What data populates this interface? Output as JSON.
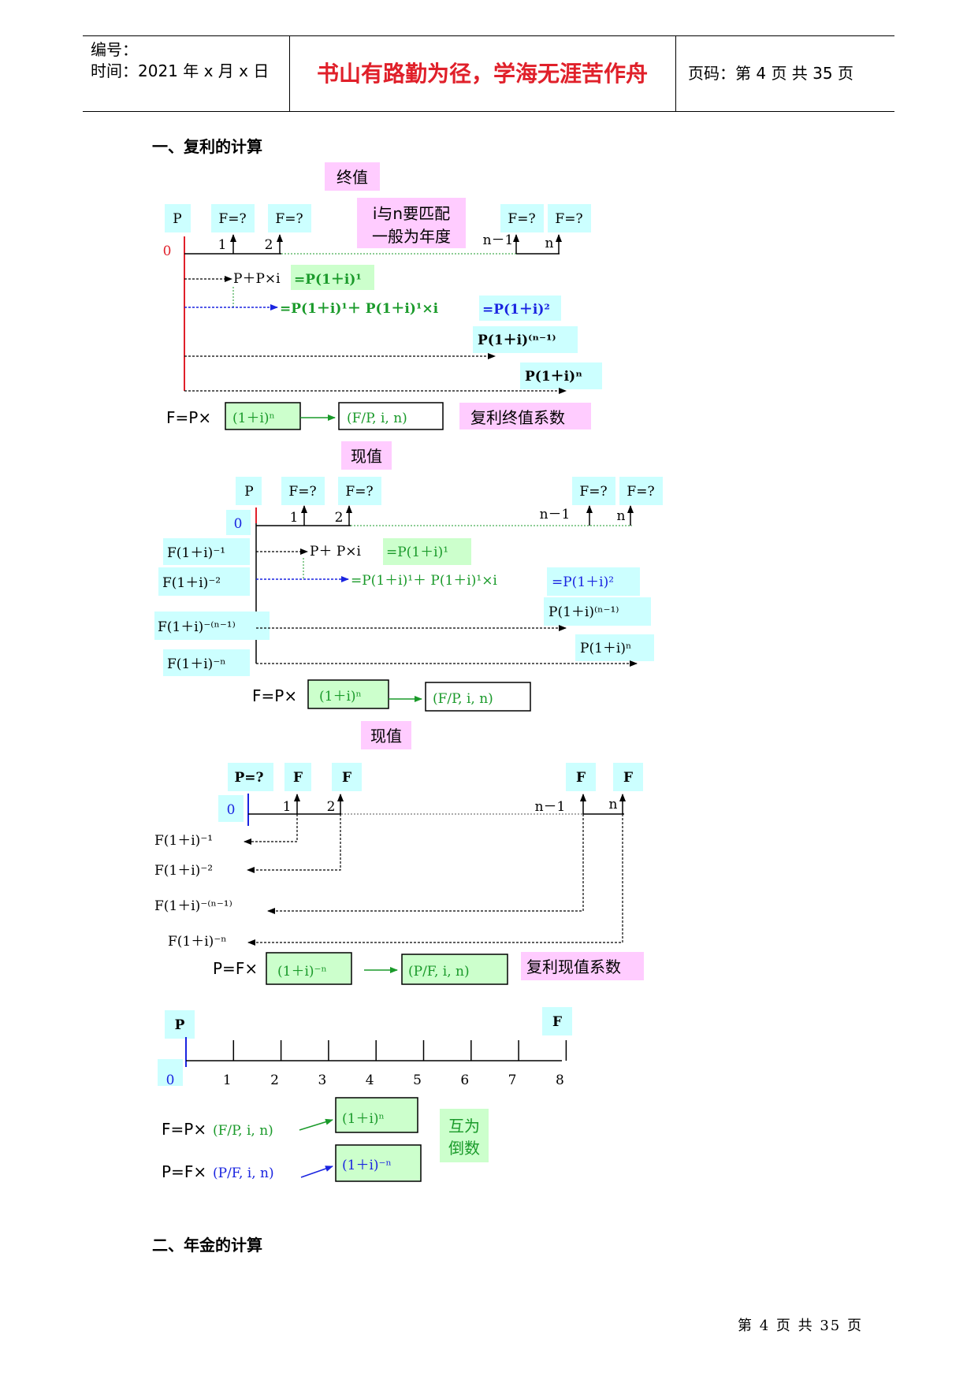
{
  "header": {
    "number_label": "编号：",
    "time_label": "时间：2021 年 x 月 x 日",
    "motto": "书山有路勤为径，学海无涯苦作舟",
    "page_label": "页码：第 4 页  共 35 页"
  },
  "section1_title": "一、复利的计算",
  "diagram1": {
    "title": "终值",
    "p": "P",
    "f1": "F=?",
    "f2": "F=?",
    "fn1": "F=?",
    "fn": "F=?",
    "note_line1": "i与n要匹配",
    "note_line2": "一般为年度",
    "zero": "0",
    "t1": "1",
    "t2": "2",
    "tn1": "n－1",
    "tn": "n",
    "r1_text": "P＋P×i",
    "r1_box": "=P(1＋i)¹",
    "r2_text": "=P(1＋i)¹＋ P(1＋i)¹×i",
    "r2_box": "=P(1＋i)²",
    "r3_box": "P(1＋i)⁽ⁿ⁻¹⁾",
    "r4_box": "P(1＋i)ⁿ",
    "formula_prefix": "F=P×",
    "formula_box1": "(1＋i)ⁿ",
    "formula_box2": "(F/P, i, n)",
    "coef_label": "复利终值系数"
  },
  "diagram2": {
    "title": "现值",
    "p": "P",
    "f1": "F=?",
    "f2": "F=?",
    "fn1": "F=?",
    "fn": "F=?",
    "zero": "0",
    "t1": "1",
    "t2": "2",
    "tn1": "n－1",
    "tn": "n",
    "left1": "F(1＋i)⁻¹",
    "left2": "F(1＋i)⁻²",
    "left3": "F(1＋i)⁻⁽ⁿ⁻¹⁾",
    "left4": "F(1＋i)⁻ⁿ",
    "r1_text": "P＋ P×i",
    "r1_box": "=P(1＋i)¹",
    "r2_text": "=P(1＋i)¹＋ P(1＋i)¹×i",
    "r2_box": "=P(1＋i)²",
    "r3_box": "P(1＋i)⁽ⁿ⁻¹⁾",
    "r4_box": "P(1＋i)ⁿ",
    "formula_prefix": "F=P×",
    "formula_box1": "(1＋i)ⁿ",
    "formula_box2": "(F/P, i, n)"
  },
  "diagram3": {
    "title": "现值",
    "p": "P=?",
    "f1": "F",
    "f2": "F",
    "fn1": "F",
    "fn": "F",
    "zero": "0",
    "t1": "1",
    "t2": "2",
    "tn1": "n－1",
    "tn": "n",
    "left1": "F(1＋i)⁻¹",
    "left2": "F(1＋i)⁻²",
    "left3": "F(1＋i)⁻⁽ⁿ⁻¹⁾",
    "left4": "F(1＋i)⁻ⁿ",
    "formula_prefix": "P=F×",
    "formula_box1": "(1＋i)⁻ⁿ",
    "formula_box2": "(P/F, i, n)",
    "coef_label": "复利现值系数"
  },
  "diagram4": {
    "p": "P",
    "f": "F",
    "ticks": [
      "0",
      "1",
      "2",
      "3",
      "4",
      "5",
      "6",
      "7",
      "8"
    ],
    "line1_prefix": "F=P×",
    "line1_fn": "(F/P, i, n)",
    "line1_box": "(1＋i)ⁿ",
    "line2_prefix": "P=F×",
    "line2_fn": "(P/F, i, n)",
    "line2_box": "(1＋i)⁻ⁿ",
    "note_line1": "互为",
    "note_line2": "倒数"
  },
  "section2_title": "二、年金的计算",
  "footer": "第 4 页 共 35 页",
  "colors": {
    "cyan_box": "#ccffff",
    "pink_box": "#ffccff",
    "green_box": "#ccffcc",
    "green_text": "#1a9a2a",
    "blue_text": "#1a24e0",
    "red_text": "#e0202a",
    "motto": "#e0202a"
  }
}
